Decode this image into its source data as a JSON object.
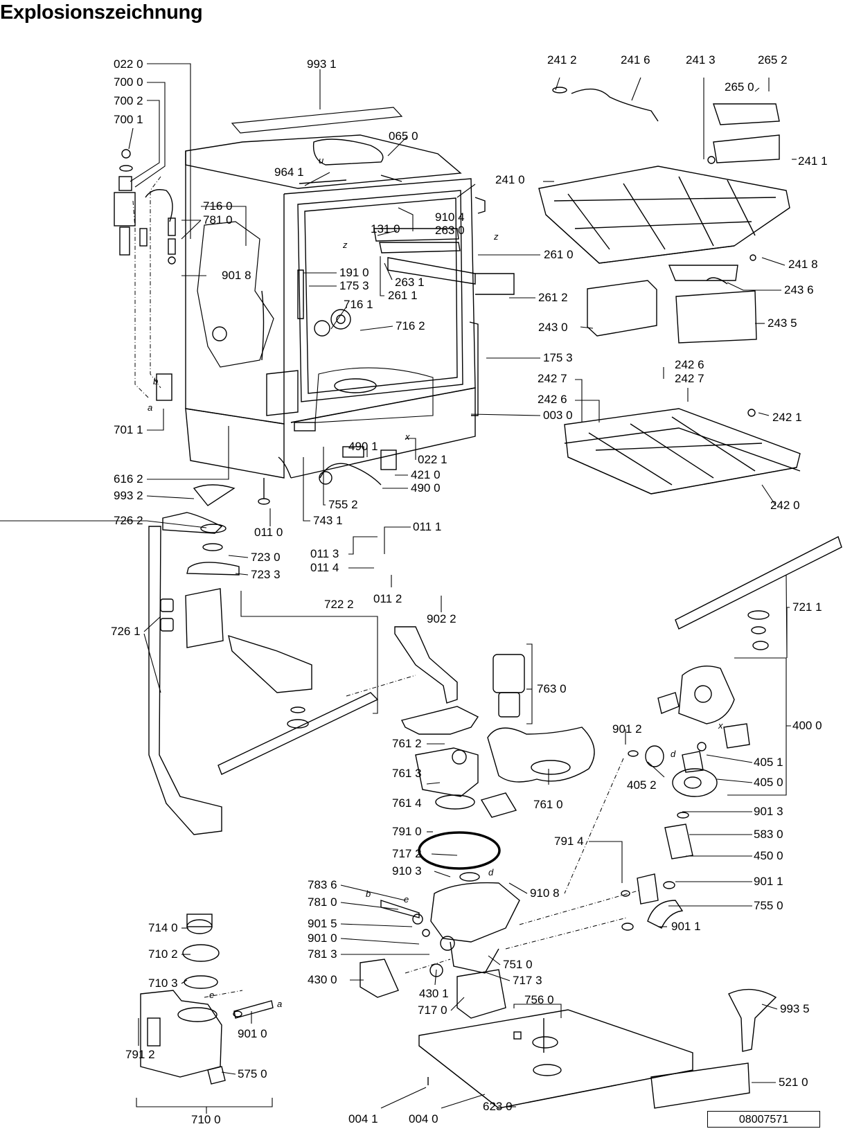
{
  "title": "Explosionszeichnung",
  "document_number": "08007571",
  "parts": {
    "p0220": "022 0",
    "p7000": "700 0",
    "p7002": "700 2",
    "p7001": "700 1",
    "p9931": "993 1",
    "p0650": "065 0",
    "p9641": "964 1",
    "p7160": "716 0",
    "p7810a": "781 0",
    "p9018": "901 8",
    "p9104": "910 4",
    "p2630": "263 0",
    "p1310": "131 0",
    "p2610": "261 0",
    "p1910": "191 0",
    "p1753a": "175 3",
    "p2631": "263 1",
    "p2611": "261 1",
    "p2612": "261 2",
    "p7161": "716 1",
    "p7162": "716 2",
    "p1753b": "175 3",
    "p0030": "003 0",
    "p7011": "701 1",
    "p4901": "490 1",
    "p0221": "022 1",
    "p4210": "421 0",
    "p4900": "490 0",
    "p6162": "616 2",
    "p9932": "993 2",
    "p7552": "755 2",
    "p7431": "743 1",
    "p0110": "011 0",
    "p7262": "726 2",
    "p7230": "723 0",
    "p7233": "723 3",
    "p0111": "011 1",
    "p0113": "011 3",
    "p0114": "011 4",
    "p0112": "011 2",
    "p9022": "902 2",
    "p7222": "722 2",
    "p7261": "726 1",
    "p2412": "241 2",
    "p2416": "241 6",
    "p2413": "241 3",
    "p2652": "265 2",
    "p2650": "265 0",
    "p2410": "241 0",
    "p2411": "241 1",
    "p2418": "241 8",
    "p2436": "243 6",
    "p2430": "243 0",
    "p2435": "243 5",
    "p2426a": "242 6",
    "p2427a": "242 7",
    "p2427b": "242 7",
    "p2426b": "242 6",
    "p2421": "242 1",
    "p2420": "242 0",
    "p7211": "721 1",
    "p7630": "763 0",
    "p4000": "400 0",
    "p9012": "901 2",
    "p4051": "405 1",
    "p4052": "405 2",
    "p4050": "405 0",
    "p7612": "761 2",
    "p7613": "761 3",
    "p7614": "761 4",
    "p7610": "761 0",
    "p9013": "901 3",
    "p7910": "791 0",
    "p7914": "791 4",
    "p5830": "583 0",
    "p4500": "450 0",
    "p7172": "717 2",
    "p9103": "910 3",
    "p9108": "910 8",
    "p9011a": "901 1",
    "p7836": "783 6",
    "p7810b": "781 0",
    "p7550": "755 0",
    "p9011b": "901 1",
    "p9015": "901 5",
    "p9010a": "901 0",
    "p7813": "781 3",
    "p7510": "751 0",
    "p4300": "430 0",
    "p4301": "430 1",
    "p7173": "717 3",
    "p7140": "714 0",
    "p7102": "710 2",
    "p7103": "710 3",
    "p7560": "756 0",
    "p7170": "717 0",
    "p9935": "993 5",
    "p9010b": "901 0",
    "p6230": "623 0",
    "p7912": "791 2",
    "p5750": "575 0",
    "p5210": "521 0",
    "p0041": "004 1",
    "p0040": "004 0",
    "p7100": "710 0"
  },
  "connectors": {
    "u": "u",
    "z1": "z",
    "z2": "z",
    "b1": "b",
    "a1": "a",
    "x1": "x",
    "x2": "x",
    "d1": "d",
    "d2": "d",
    "b2": "b",
    "e1": "e",
    "e2": "e",
    "a2": "a"
  }
}
